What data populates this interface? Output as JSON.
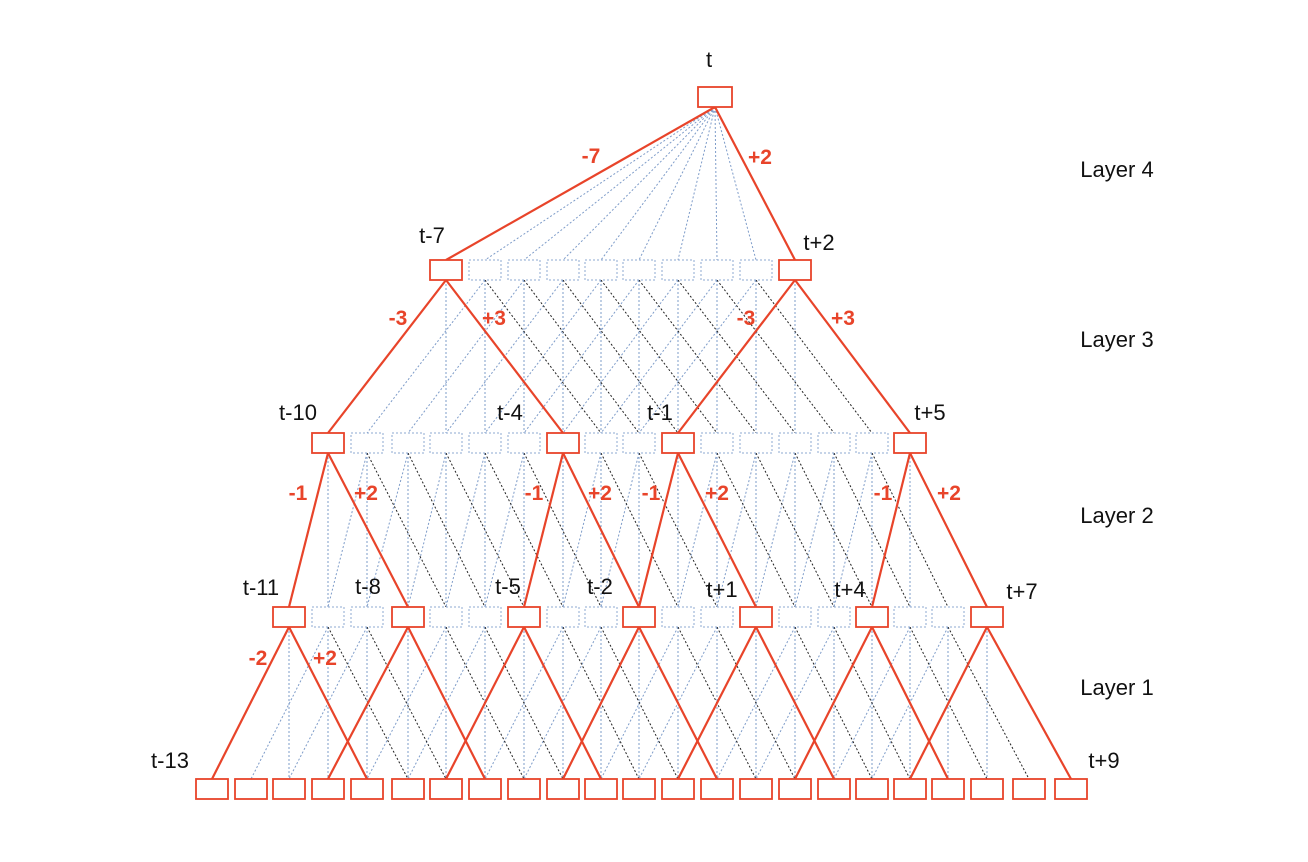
{
  "colors": {
    "highlight": "#e8442a",
    "connection_blue": "#7e9cc9",
    "connection_black": "#222222",
    "node_inactive": "#8ea8d0",
    "label": "#111111"
  },
  "layer_labels": [
    "Layer 4",
    "Layer 3",
    "Layer 2",
    "Layer 1"
  ],
  "node_labels": {
    "top": "t",
    "layer3": {
      "left": "t-7",
      "right": "t+2"
    },
    "layer2": {
      "a": "t-10",
      "b": "t-4",
      "c": "t-1",
      "d": "t+5"
    },
    "layer1": {
      "a": "t-11",
      "b": "t-8",
      "c": "t-5",
      "d": "t-2",
      "e": "t+1",
      "f": "t+4",
      "g": "t+7"
    },
    "input": {
      "first": "t-13",
      "last": "t+9"
    }
  },
  "offset_labels": {
    "layer4": [
      "-7",
      "+2"
    ],
    "layer3": [
      "-3",
      "+3",
      "-3",
      "+3"
    ],
    "layer2": [
      "-1",
      "+2",
      "-1",
      "+2",
      "-1",
      "+2",
      "-1",
      "+2"
    ],
    "layer1": [
      "-2",
      "+2"
    ]
  }
}
